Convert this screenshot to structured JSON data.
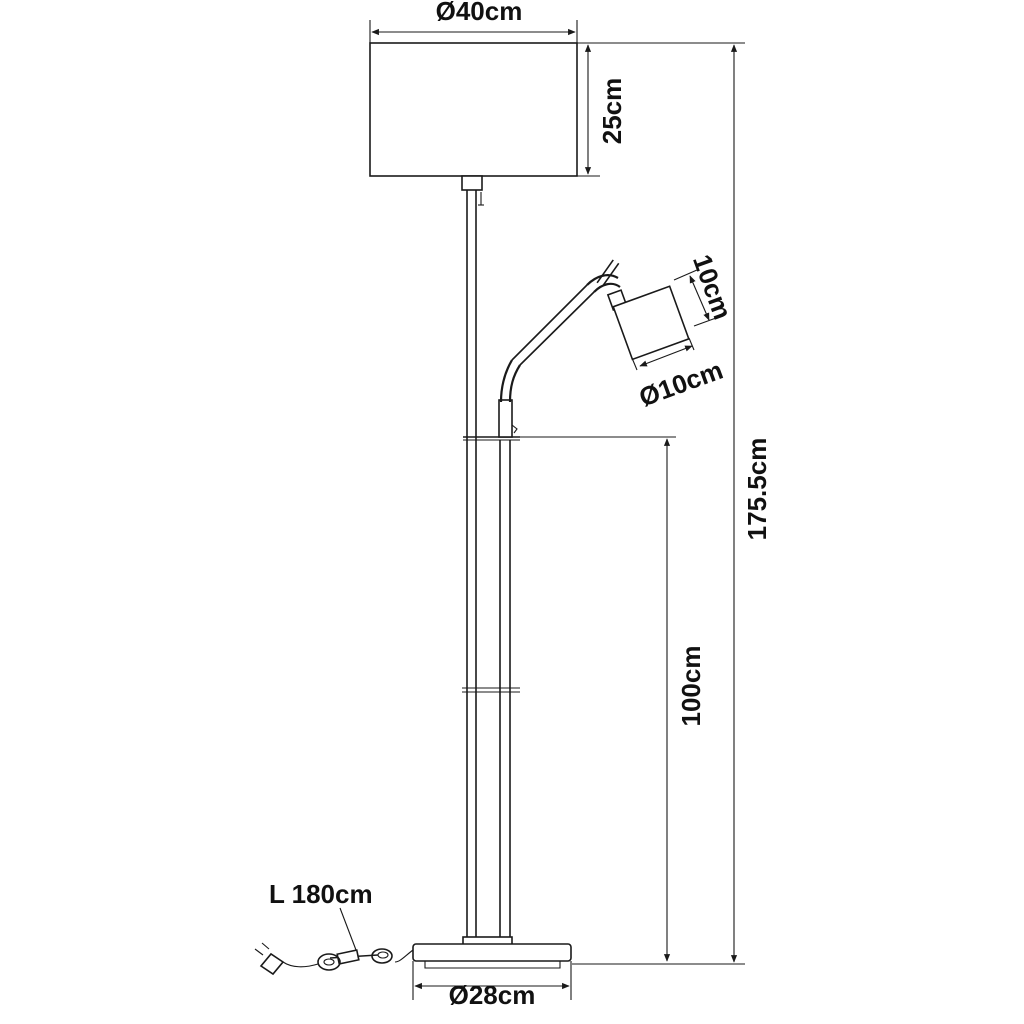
{
  "labels": {
    "shade_diameter": "Ø40cm",
    "shade_height": "25cm",
    "total_height": "175.5cm",
    "reading_shade_height": "10cm",
    "reading_shade_diameter": "Ø10cm",
    "arm_height": "100cm",
    "cable_length": "L 180cm",
    "base_diameter": "Ø28cm"
  }
}
